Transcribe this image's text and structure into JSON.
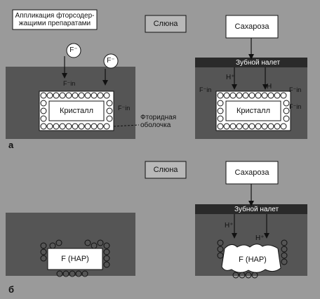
{
  "panel_a": {
    "letter": "а",
    "application_label": "Аппликация фторсодер-жащими препаратами",
    "saliva_label": "Слюна",
    "sucrose_label": "Сахароза",
    "plaque_label": "Зубной налет",
    "fluoride_ion": "F⁻",
    "f_in_left_1": "F⁻in",
    "f_in_left_2": "F⁻in",
    "f_in_right_1": "F⁻in",
    "f_in_right_2": "F⁻in",
    "f_in_right_3": "F⁻in",
    "crystal_left": "Кристалл",
    "crystal_right": "Кристалл",
    "fluoride_shell_label": "Фторидная оболочка",
    "h_plus_1": "H⁺",
    "h_plus_2": "H"
  },
  "panel_b": {
    "letter": "б",
    "saliva_label": "Слюна",
    "sucrose_label": "Сахароза",
    "plaque_label": "Зубной налет",
    "h_plus_1": "H⁺",
    "h_plus_2": "H⁺",
    "fhap_left": "F (HAP)",
    "fhap_right": "F (HAP)"
  },
  "colors": {
    "background": "#9a9a9a",
    "enamel": "#555555",
    "plaque": "#2a2a2a",
    "box_fill": "#ffffff",
    "saliva_box_fill": "#b8b8b8"
  }
}
